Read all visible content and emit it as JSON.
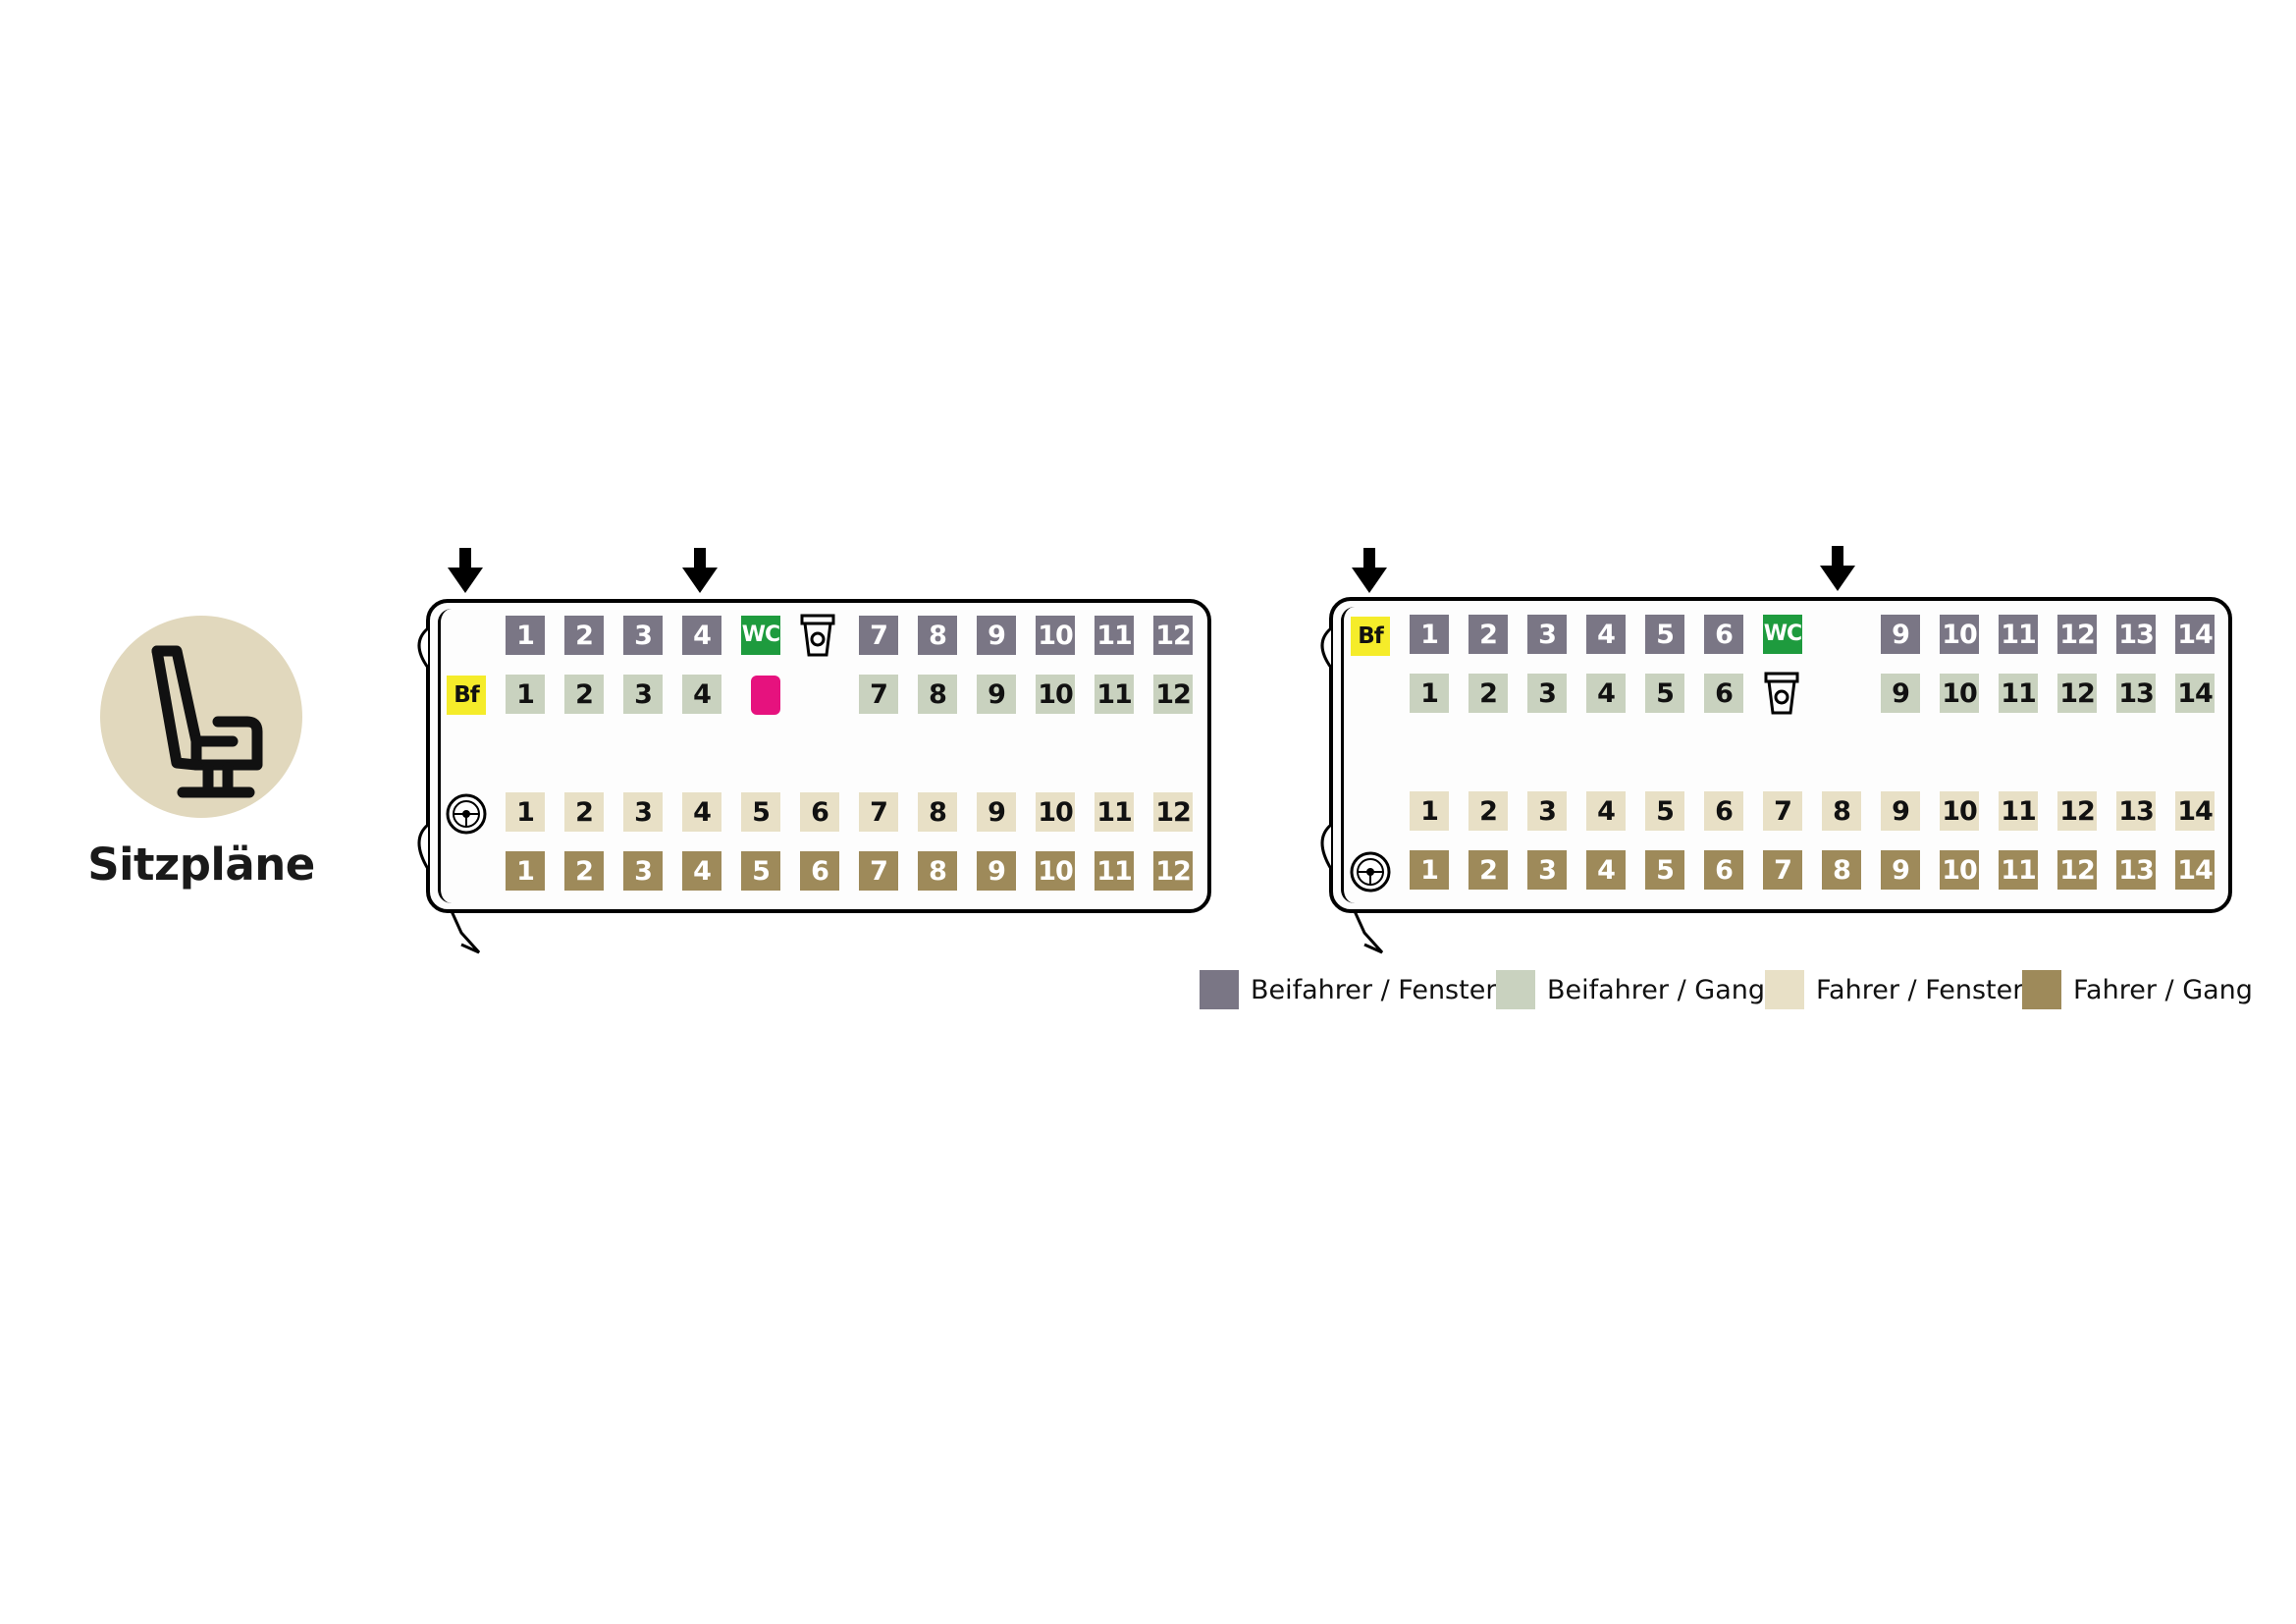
{
  "title": "Sitzpläne",
  "icon": "seat-icon",
  "colors": {
    "beifahrer_fenster": "#7a7685",
    "beifahrer_gang": "#c9d2bf",
    "fahrer_fenster": "#e8e0c6",
    "fahrer_gang": "#9e8a5a",
    "wc": "#1e9b3e",
    "beifahrer_marker": "#f5ec2a",
    "special_seat": "#e6127e"
  },
  "bus_12": {
    "bf_label": "Bf",
    "wc_label": "WC",
    "row_beifahrer_fenster": [
      "1",
      "2",
      "3",
      "4",
      "",
      "",
      "7",
      "8",
      "9",
      "10",
      "11",
      "12"
    ],
    "row_beifahrer_gang": [
      "1",
      "2",
      "3",
      "4",
      "",
      "",
      "7",
      "8",
      "9",
      "10",
      "11",
      "12"
    ],
    "row_fahrer_fenster": [
      "1",
      "2",
      "3",
      "4",
      "5",
      "6",
      "7",
      "8",
      "9",
      "10",
      "11",
      "12"
    ],
    "row_fahrer_gang": [
      "1",
      "2",
      "3",
      "4",
      "5",
      "6",
      "7",
      "8",
      "9",
      "10",
      "11",
      "12"
    ]
  },
  "bus_14": {
    "bf_label": "Bf",
    "wc_label": "WC",
    "row_beifahrer_fenster": [
      "1",
      "2",
      "3",
      "4",
      "5",
      "6",
      "",
      "",
      "9",
      "10",
      "11",
      "12",
      "13",
      "14"
    ],
    "row_beifahrer_gang": [
      "1",
      "2",
      "3",
      "4",
      "5",
      "6",
      "",
      "",
      "9",
      "10",
      "11",
      "12",
      "13",
      "14"
    ],
    "row_fahrer_fenster": [
      "1",
      "2",
      "3",
      "4",
      "5",
      "6",
      "7",
      "8",
      "9",
      "10",
      "11",
      "12",
      "13",
      "14"
    ],
    "row_fahrer_gang": [
      "1",
      "2",
      "3",
      "4",
      "5",
      "6",
      "7",
      "8",
      "9",
      "10",
      "11",
      "12",
      "13",
      "14"
    ]
  },
  "legend": [
    {
      "label": "Beifahrer / Fenster",
      "color": "#7a7685"
    },
    {
      "label": "Beifahrer / Gang",
      "color": "#c9d2bf"
    },
    {
      "label": "Fahrer / Fenster",
      "color": "#e8e0c6"
    },
    {
      "label": "Fahrer / Gang",
      "color": "#9e8a5a"
    }
  ]
}
